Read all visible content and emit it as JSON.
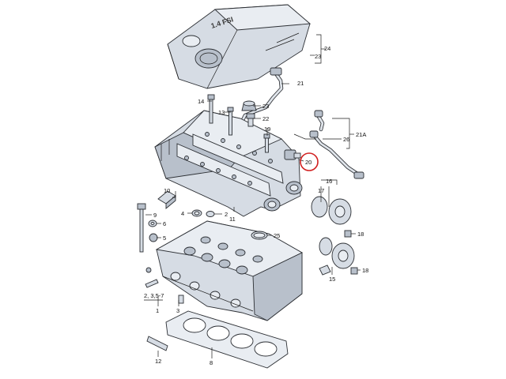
{
  "cover_text": "1.4 FSI",
  "highlight_color": "#d11f1f",
  "labels": {
    "l1": "1",
    "l2": "2",
    "l3": "3",
    "l4": "4",
    "l5": "5",
    "l6": "6",
    "l8": "8",
    "l9": "9",
    "l10": "10",
    "l11": "11",
    "l12": "12",
    "l13": "13",
    "l14": "14",
    "l15": "15",
    "l16": "16",
    "l17": "17",
    "l18a": "18",
    "l18b": "18",
    "l19": "19",
    "l20": "20",
    "l21": "21",
    "l21a": "21A",
    "l22": "22",
    "l23a": "23",
    "l23b": "23",
    "l24": "24",
    "l25": "25",
    "l26": "26",
    "l2357": "2, 3,5-7"
  }
}
